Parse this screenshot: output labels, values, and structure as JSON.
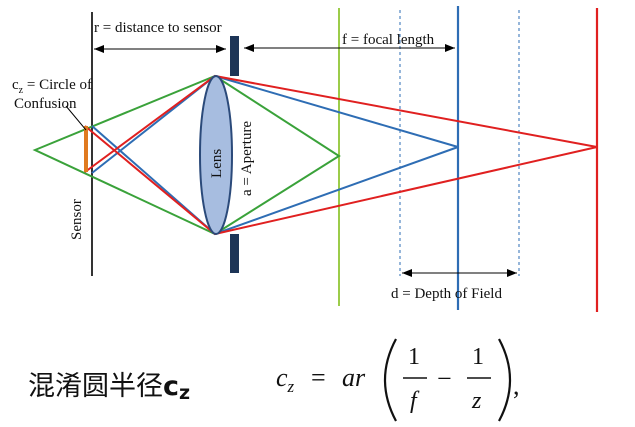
{
  "labels": {
    "r_distance": "r = distance to sensor",
    "focal_length": "f = focal length",
    "coc_line1_prefix": "c",
    "coc_line1_sub": "z",
    "coc_line1_suffix": " = Circle of",
    "coc_line2": "Confusion",
    "sensor": "Sensor",
    "lens": "Lens",
    "aperture": "a = Aperture",
    "depth_of_field": "d = Depth of Field"
  },
  "caption": {
    "chinese": "混淆圆半径",
    "symbol": "c",
    "symbol_sub": "z"
  },
  "formula": {
    "lhs": "c",
    "lhs_sub": "z",
    "equals": "=",
    "factor": "ar",
    "frac1_num": "1",
    "frac1_den": "f",
    "minus": "−",
    "frac2_num": "1",
    "frac2_den": "z",
    "trailing": ","
  },
  "colors": {
    "green": "#3aa23a",
    "blue": "#2e6db4",
    "red": "#e02020",
    "light_green": "#9ccc4a",
    "lens_fill": "#a7bde0",
    "lens_stroke": "#2b4a7a",
    "aperture": "#1d3557",
    "coc_marker": "#e07a1f"
  }
}
